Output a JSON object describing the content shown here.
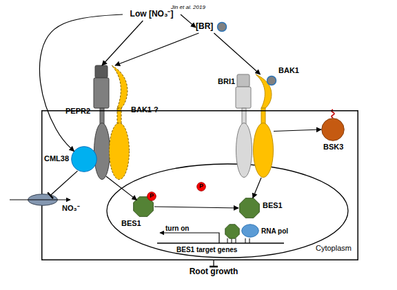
{
  "diagram": {
    "nodes": [
      {
        "text": [
          "Low [NO₃⁻]"
        ]
      },
      {
        "text": [
          "[BR]"
        ]
      },
      {
        "text": [
          "PEPR2"
        ]
      },
      {
        "text": [
          "BAK1 ?"
        ]
      },
      {
        "text": [
          "BRI1"
        ]
      },
      {
        "text": [
          "BAK1"
        ]
      },
      {
        "text": [
          "Cytoplasm"
        ]
      },
      {
        "text": [
          "CML38"
        ],
        "in": 6
      },
      {
        "text": [
          "BSK3"
        ],
        "in": 6
      },
      {
        "text": [
          "BES1"
        ],
        "in": 6
      },
      {
        "text": [
          "P"
        ],
        "in": 6
      },
      {
        "text": [
          "P"
        ],
        "in": 6
      },
      {
        "text": [
          "BES1"
        ],
        "in": 6
      },
      {
        "text": [
          "RNA pol"
        ],
        "in": 6
      },
      {
        "text": [
          "NO₃⁻"
        ]
      },
      {
        "text": [
          "Root growth"
        ]
      }
    ],
    "edges": [
      {
        "from": 0,
        "to": 1,
        "arrow": "to",
        "label": "Jin et al. 2019"
      },
      {
        "from": 0,
        "to": 2,
        "arrow": "to"
      },
      {
        "from": 1,
        "to": 3,
        "arrow": "to"
      },
      {
        "from": 0,
        "to": 7,
        "arrow": "to"
      },
      {
        "from": 1,
        "to": 5,
        "arrow": "to"
      },
      {
        "from": 5,
        "to": 8,
        "arrow": "to"
      },
      {
        "from": 7,
        "to": 14,
        "arrow": "to"
      },
      {
        "from": 2,
        "to": 9,
        "arrow": "to"
      },
      {
        "from": 9,
        "to": 12,
        "arrow": "to"
      },
      {
        "from": 5,
        "to": 12,
        "arrow": "to"
      },
      {
        "from": 6,
        "to": 15,
        "arrow": "to"
      }
    ],
    "labels": [
      "turn on",
      "BES1 target genes"
    ]
  }
}
